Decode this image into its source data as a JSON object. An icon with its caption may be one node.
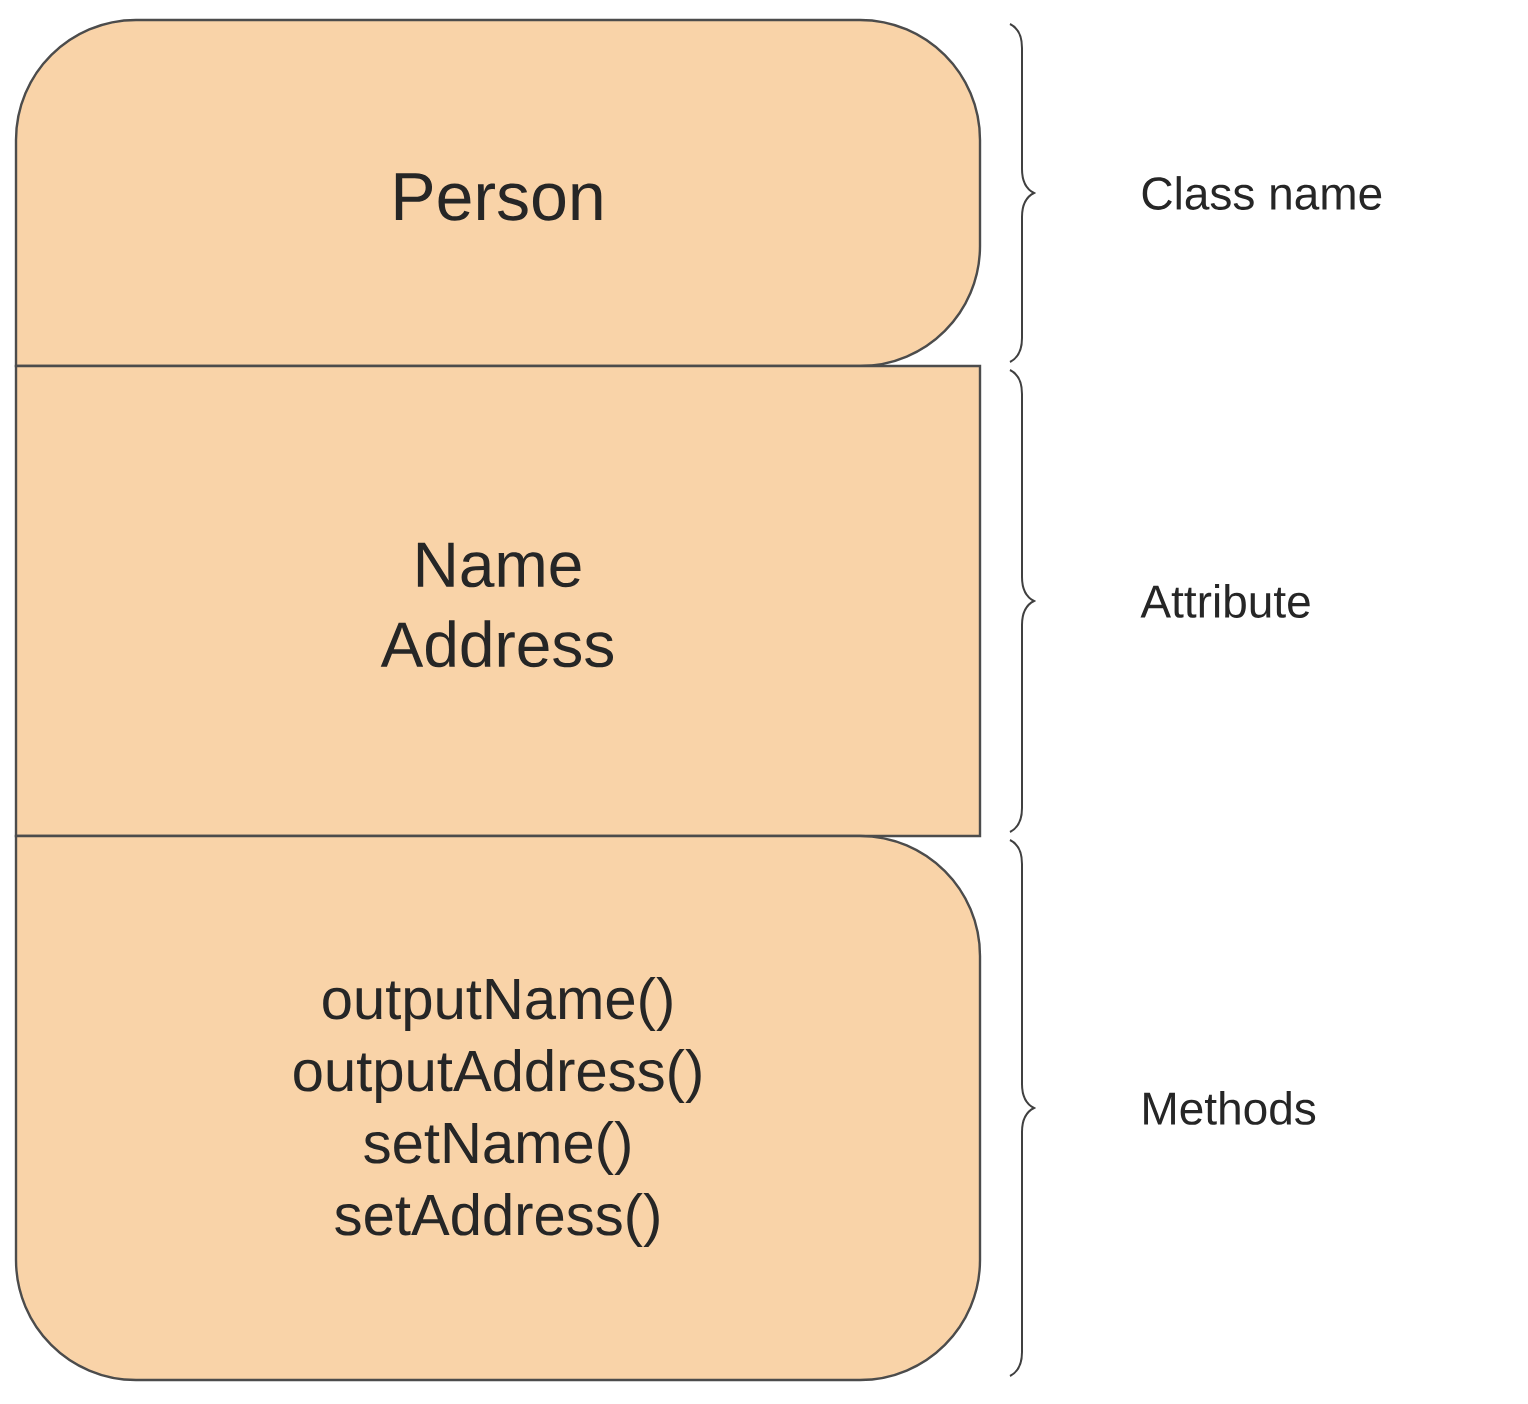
{
  "diagram": {
    "nodes": [
      {
        "text": [
          "Person"
        ],
        "beside": [
          "Class name"
        ]
      },
      {
        "text": [
          "Name",
          "Address"
        ],
        "beside": [
          "Attribute"
        ]
      },
      {
        "text": [
          "outputName()",
          "outputAddress()",
          "setName()",
          "setAddress()"
        ],
        "beside": [
          "Methods"
        ]
      }
    ]
  }
}
